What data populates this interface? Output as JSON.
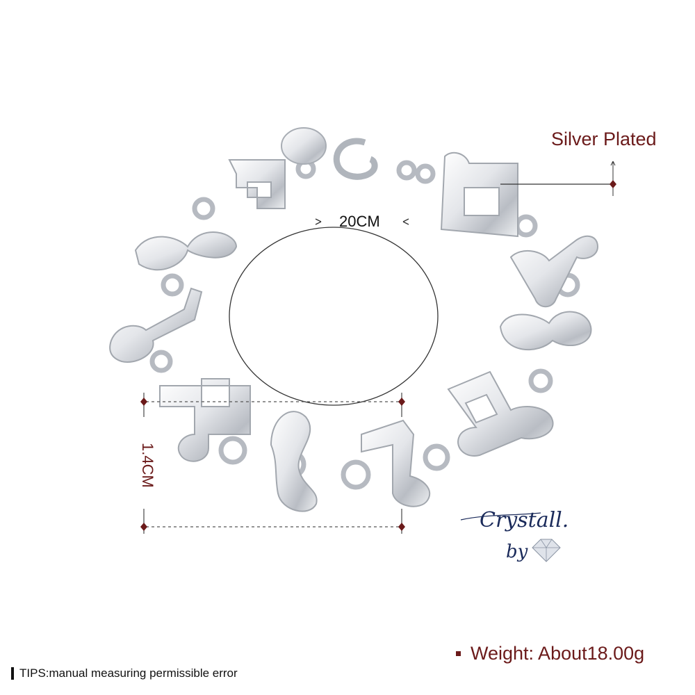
{
  "product": {
    "material_label": "Silver Plated",
    "length_label": "20CM",
    "width_label": "1.4CM",
    "weight_label": "Weight:  About18.00g",
    "tips_label": "TIPS:manual measuring permissible error",
    "brand_logo_text": "Crystall by"
  },
  "colors": {
    "accent": "#6b1a1a",
    "text": "#111111",
    "silver": "#c9ccd1"
  },
  "icons": [
    "bullet-square-icon",
    "tips-bar-icon",
    "diamond-icon"
  ]
}
